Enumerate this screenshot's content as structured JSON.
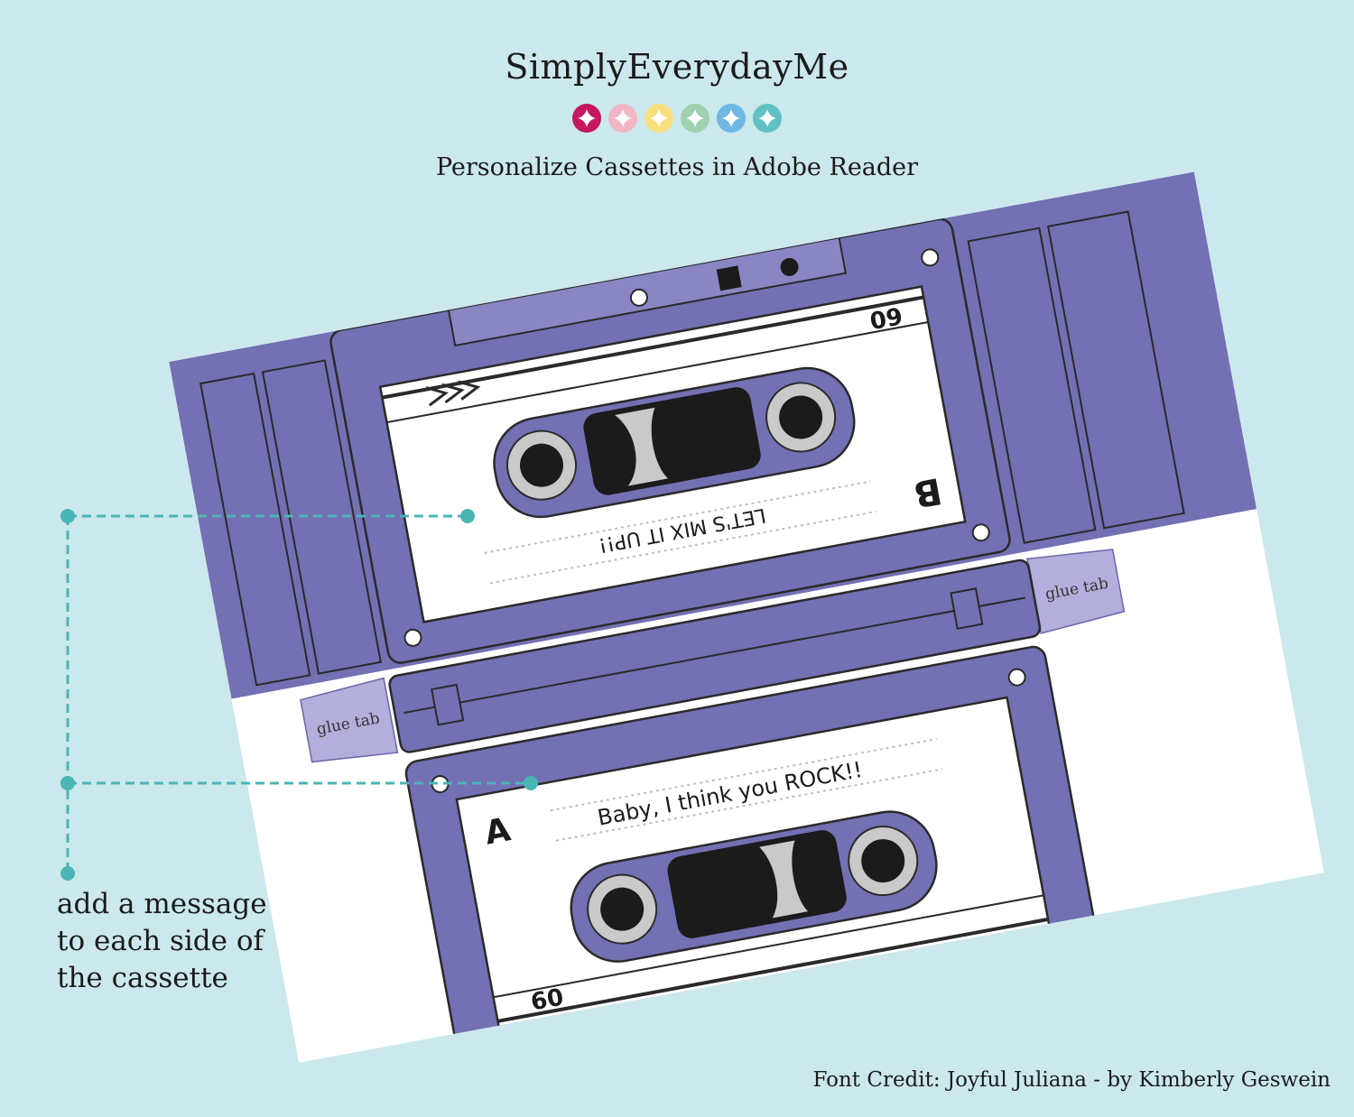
{
  "header": {
    "brand": "SimplyEverydayMe",
    "subtitle": "Personalize Cassettes in Adobe Reader",
    "dot_colors": [
      "#c4175f",
      "#f2b7c4",
      "#f8df7c",
      "#9fd1b0",
      "#70b7e4",
      "#5fc1c3"
    ]
  },
  "template": {
    "side_b_message": "LET'S MIX IT UP!!",
    "side_b_letter": "B",
    "side_b_length": "60",
    "side_a_message": "Baby, I think you ROCK!!",
    "side_a_letter": "A",
    "side_a_length": "60",
    "glue_tab_left": "glue tab",
    "glue_tab_right": "glue tab"
  },
  "callout": {
    "text_line1": "add a message",
    "text_line2": "to each side of",
    "text_line3": "the cassette"
  },
  "footer": {
    "credit": "Font Credit: Joyful Juliana - by Kimberly Geswein"
  },
  "colors": {
    "background": "#cbe8ed",
    "purple": "#7470b4",
    "light_purple": "#b3aedb",
    "callout": "#4bb5b5"
  }
}
